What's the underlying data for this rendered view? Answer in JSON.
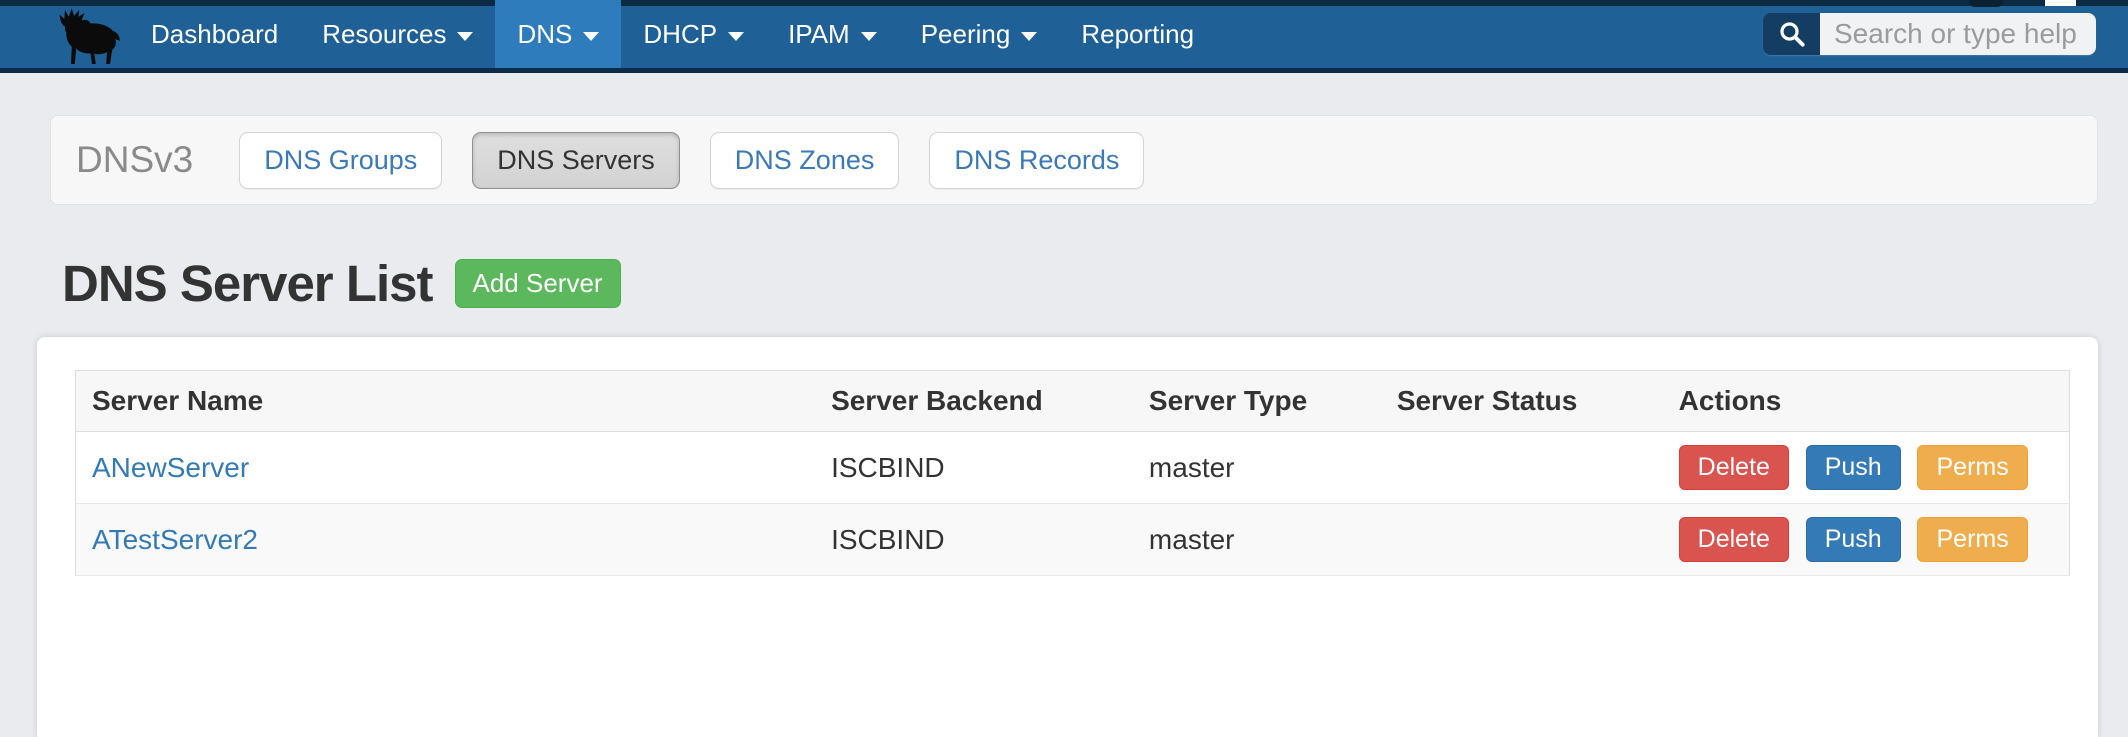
{
  "nav": {
    "items": [
      {
        "label": "Dashboard"
      },
      {
        "label": "Resources"
      },
      {
        "label": "DNS"
      },
      {
        "label": "DHCP"
      },
      {
        "label": "IPAM"
      },
      {
        "label": "Peering"
      },
      {
        "label": "Reporting"
      }
    ],
    "active_item": "DNS",
    "search_placeholder": "Search or type help"
  },
  "subnav": {
    "title": "DNSv3",
    "buttons": [
      {
        "label": "DNS Groups",
        "active": false
      },
      {
        "label": "DNS Servers",
        "active": true
      },
      {
        "label": "DNS Zones",
        "active": false
      },
      {
        "label": "DNS Records",
        "active": false
      }
    ]
  },
  "main": {
    "heading": "DNS Server List",
    "add_button_label": "Add Server"
  },
  "table": {
    "columns": [
      "Server Name",
      "Server Backend",
      "Server Type",
      "Server Status",
      "Actions"
    ],
    "rows": [
      {
        "name": "ANewServer",
        "backend": "ISCBIND",
        "type": "master",
        "status": "",
        "actions": [
          "Delete",
          "Push",
          "Perms"
        ]
      },
      {
        "name": "ATestServer2",
        "backend": "ISCBIND",
        "type": "master",
        "status": "",
        "actions": [
          "Delete",
          "Push",
          "Perms"
        ]
      }
    ]
  },
  "colors": {
    "navbar": "#1f6096",
    "navbar_active": "#2e7cbb",
    "navbar_top_strip": "#0d2a43",
    "add_green": "#5cb85c",
    "delete_red": "#d9534f",
    "push_blue": "#337ab7",
    "perms_orange": "#f0ad4e",
    "link_blue": "#337ab7"
  }
}
